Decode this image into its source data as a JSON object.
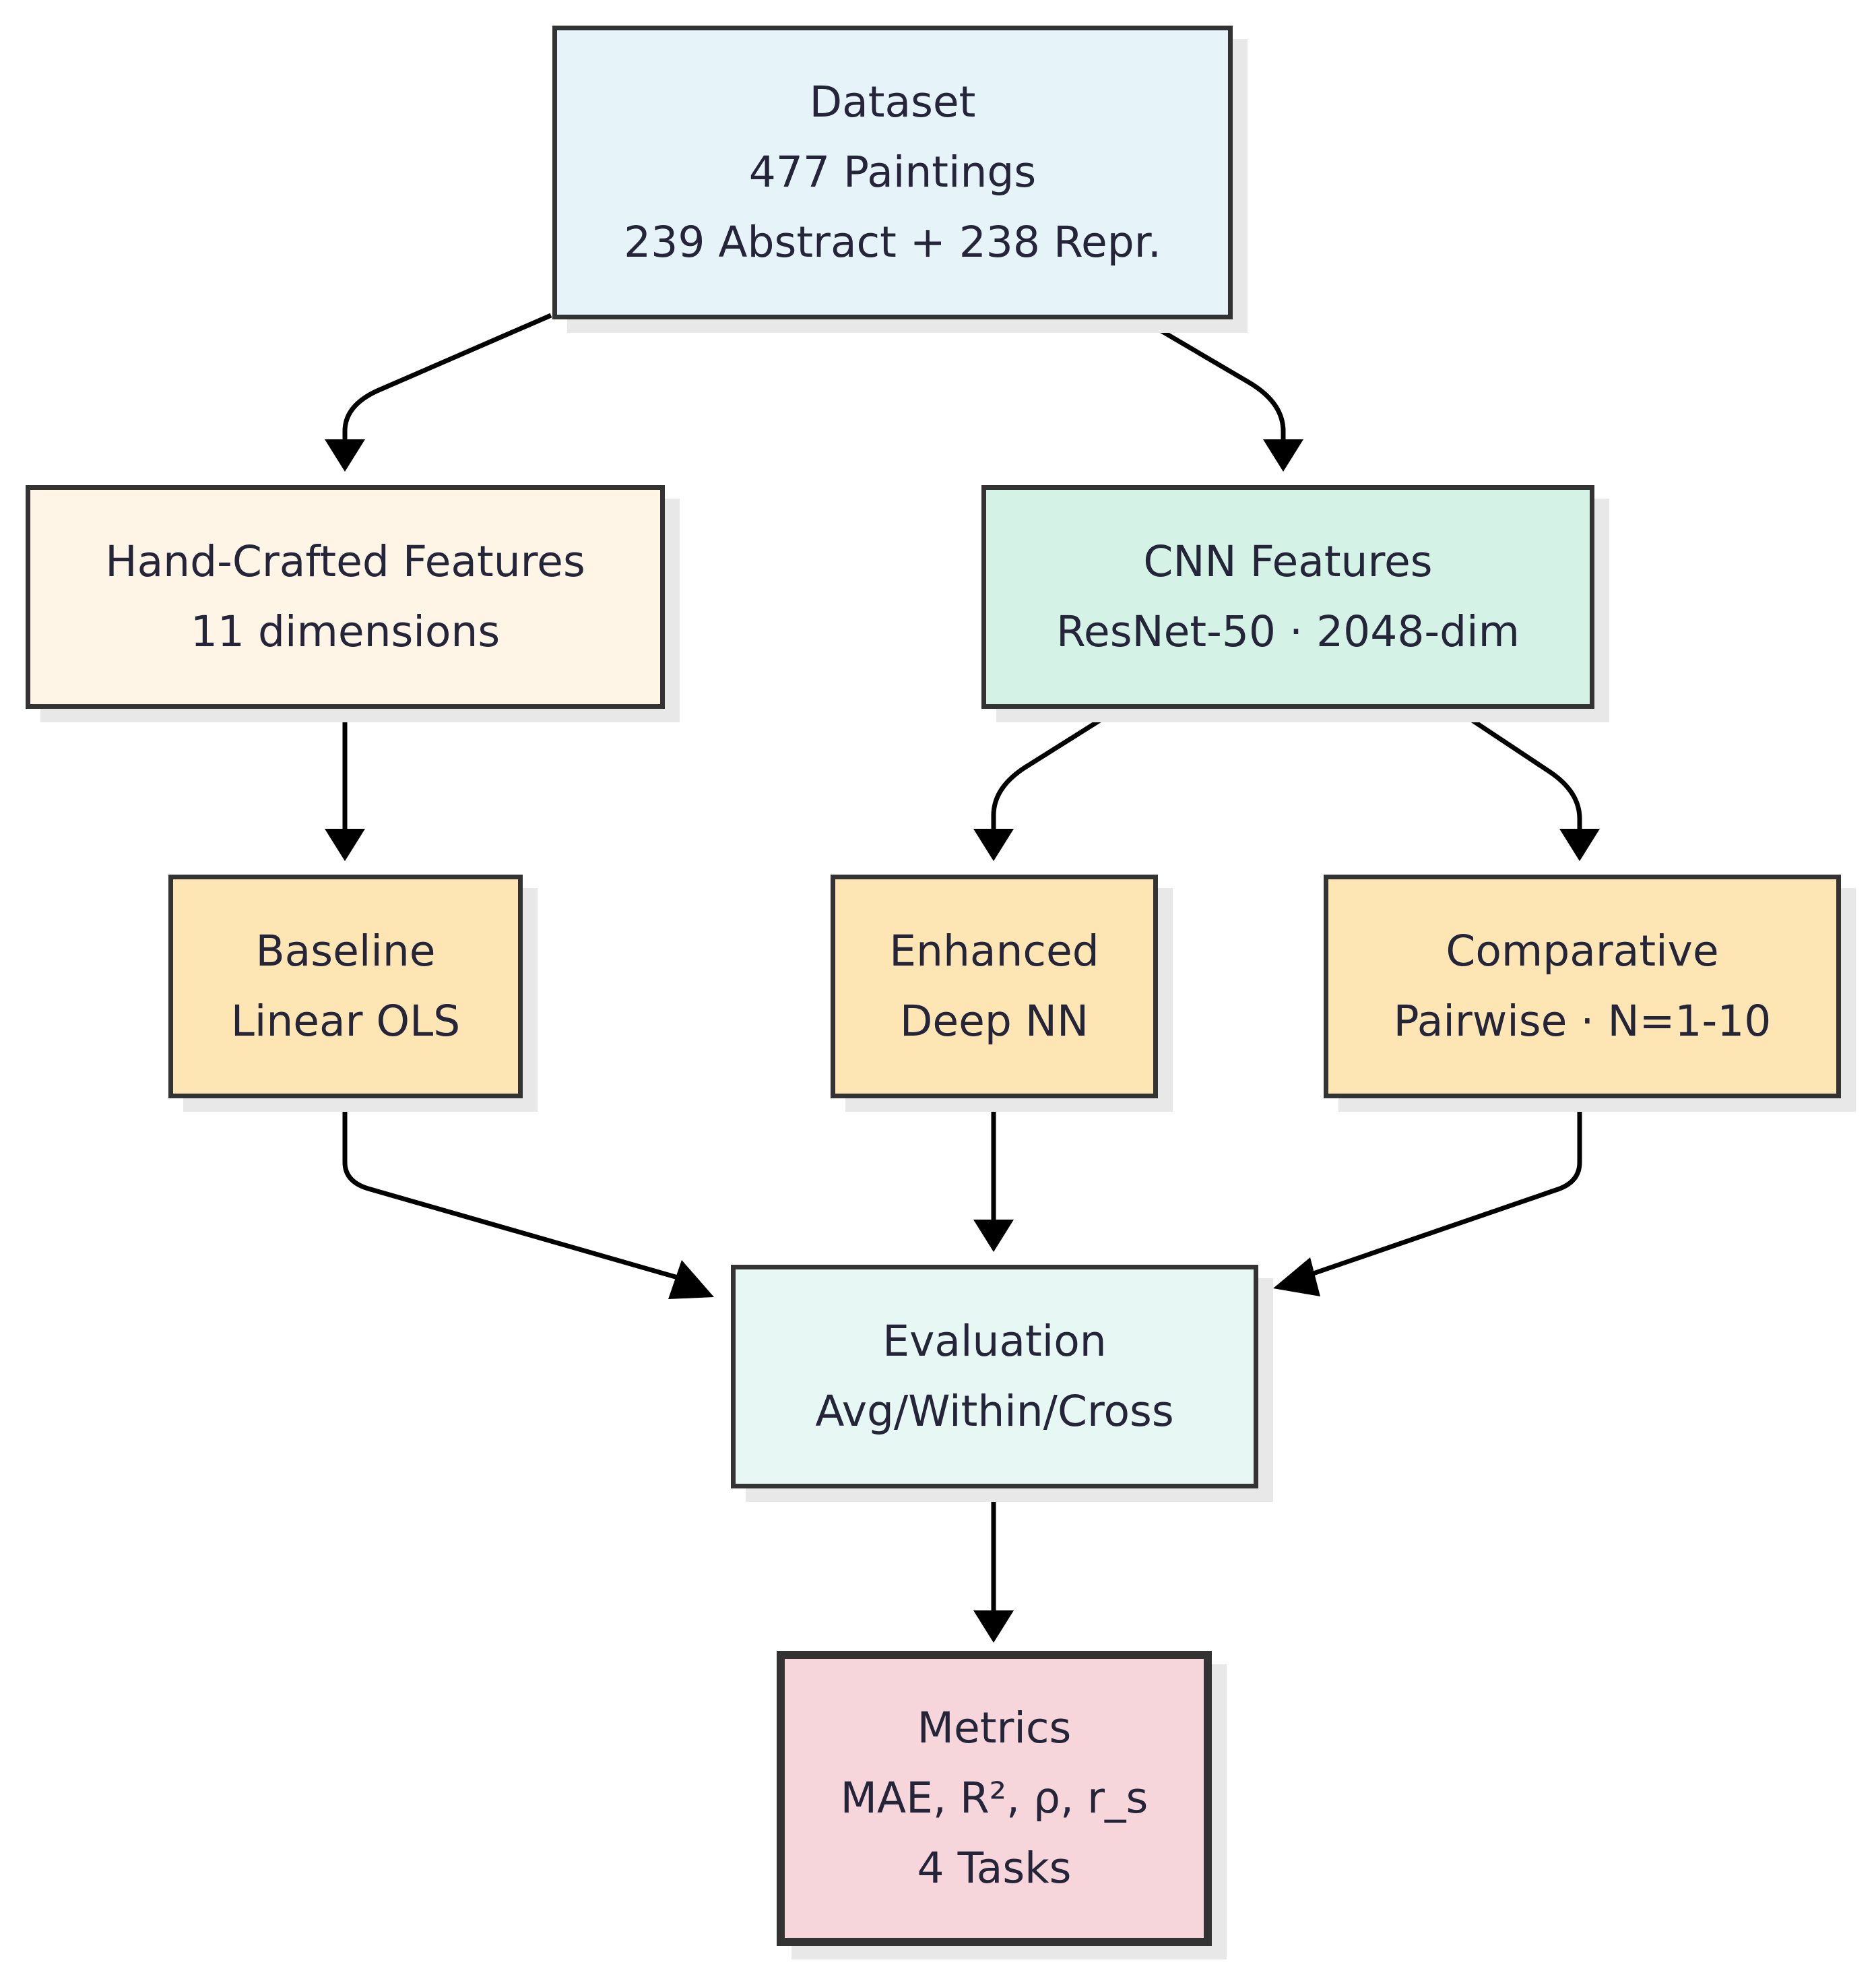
{
  "colors": {
    "dataset": "#e6f3f9",
    "handcrafted": "#fef5e7",
    "cnn": "#d5f2e6",
    "model": "#fee6b4",
    "evaluation": "#e7f7f3",
    "metrics": "#f7d6db",
    "border": "#333333",
    "text": "#25253a",
    "edge": "#000000"
  },
  "nodes": {
    "dataset": {
      "lines": [
        "Dataset",
        "477 Paintings",
        "239 Abstract + 238 Repr."
      ]
    },
    "handcrafted": {
      "lines": [
        "Hand-Crafted Features",
        "11 dimensions"
      ]
    },
    "cnn": {
      "lines": [
        "CNN Features",
        "ResNet-50 · 2048-dim"
      ]
    },
    "baseline": {
      "lines": [
        "Baseline",
        "Linear OLS"
      ]
    },
    "enhanced": {
      "lines": [
        "Enhanced",
        "Deep NN"
      ]
    },
    "comparative": {
      "lines": [
        "Comparative",
        "Pairwise · N=1-10"
      ]
    },
    "evaluation": {
      "lines": [
        "Evaluation",
        "Avg/Within/Cross"
      ]
    },
    "metrics": {
      "lines": [
        "Metrics",
        "MAE, R², ρ, r_s",
        "4 Tasks"
      ]
    }
  },
  "edges": [
    {
      "from": "dataset",
      "to": "handcrafted"
    },
    {
      "from": "dataset",
      "to": "cnn"
    },
    {
      "from": "handcrafted",
      "to": "baseline"
    },
    {
      "from": "cnn",
      "to": "enhanced"
    },
    {
      "from": "cnn",
      "to": "comparative"
    },
    {
      "from": "baseline",
      "to": "evaluation"
    },
    {
      "from": "enhanced",
      "to": "evaluation"
    },
    {
      "from": "comparative",
      "to": "evaluation"
    },
    {
      "from": "evaluation",
      "to": "metrics"
    }
  ]
}
